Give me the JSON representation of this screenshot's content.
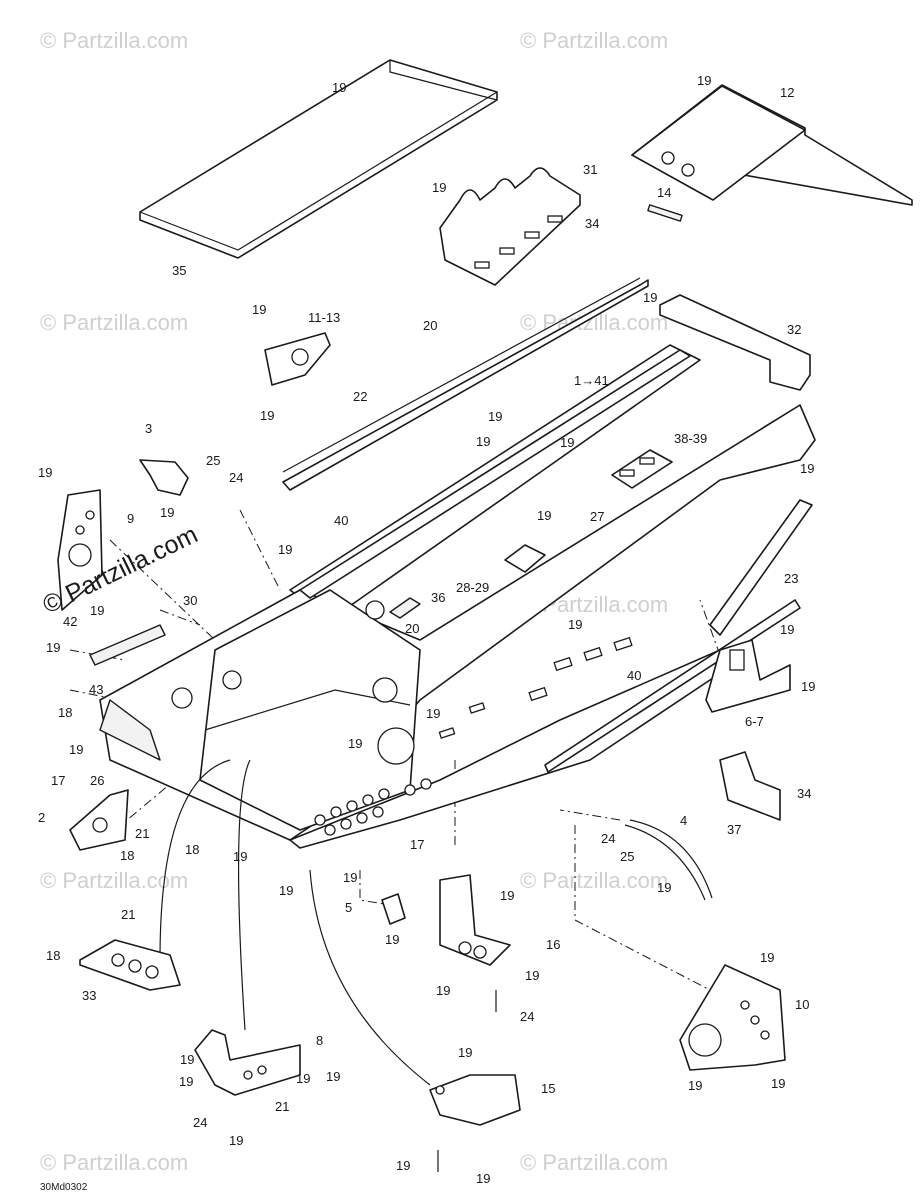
{
  "diagram_code": "30Md0302",
  "watermark_light": "© Partzilla.com",
  "watermark_main": "© Partzilla.com",
  "colors": {
    "ink": "#1a1a1a",
    "watermark": "#cfcfcf",
    "background": "#ffffff"
  },
  "labels": {
    "l1": "19",
    "l2": "35",
    "l3": "19",
    "l4": "12",
    "l5": "31",
    "l6": "19",
    "l7": "34",
    "l8": "14",
    "l9": "19",
    "l10": "32",
    "l11": "19",
    "l12": "11-13",
    "l13": "20",
    "l14": "22",
    "l15": "1→41",
    "l16": "3",
    "l17": "25",
    "l18": "24",
    "l19": "19",
    "l20": "19",
    "l21": "19",
    "l22": "19",
    "l23": "38-39",
    "l24": "19",
    "l25": "19",
    "l26": "9",
    "l27": "19",
    "l28": "40",
    "l29": "19",
    "l30": "27",
    "l31": "19",
    "l32": "28-29",
    "l33": "23",
    "l34": "30",
    "l35": "19",
    "l36": "36",
    "l37": "42",
    "l38": "20",
    "l39": "19",
    "l40": "19",
    "l41": "43",
    "l42": "40",
    "l43": "18",
    "l44": "19",
    "l45": "19",
    "l46": "19",
    "l47": "6-7",
    "l48": "19",
    "l49": "17",
    "l50": "26",
    "l51": "19",
    "l52": "2",
    "l53": "21",
    "l54": "18",
    "l55": "34",
    "l56": "37",
    "l57": "4",
    "l58": "24",
    "l59": "17",
    "l60": "25",
    "l61": "18",
    "l62": "19",
    "l63": "19",
    "l64": "19",
    "l65": "19",
    "l66": "5",
    "l67": "19",
    "l68": "19",
    "l69": "16",
    "l70": "21",
    "l71": "18",
    "l72": "19",
    "l73": "19",
    "l74": "19",
    "l75": "33",
    "l76": "24",
    "l77": "10",
    "l78": "8",
    "l79": "19",
    "l80": "19",
    "l81": "19",
    "l82": "19",
    "l83": "19",
    "l84": "21",
    "l85": "15",
    "l86": "19",
    "l87": "19",
    "l88": "24",
    "l89": "19",
    "l90": "19",
    "l91": "19"
  }
}
